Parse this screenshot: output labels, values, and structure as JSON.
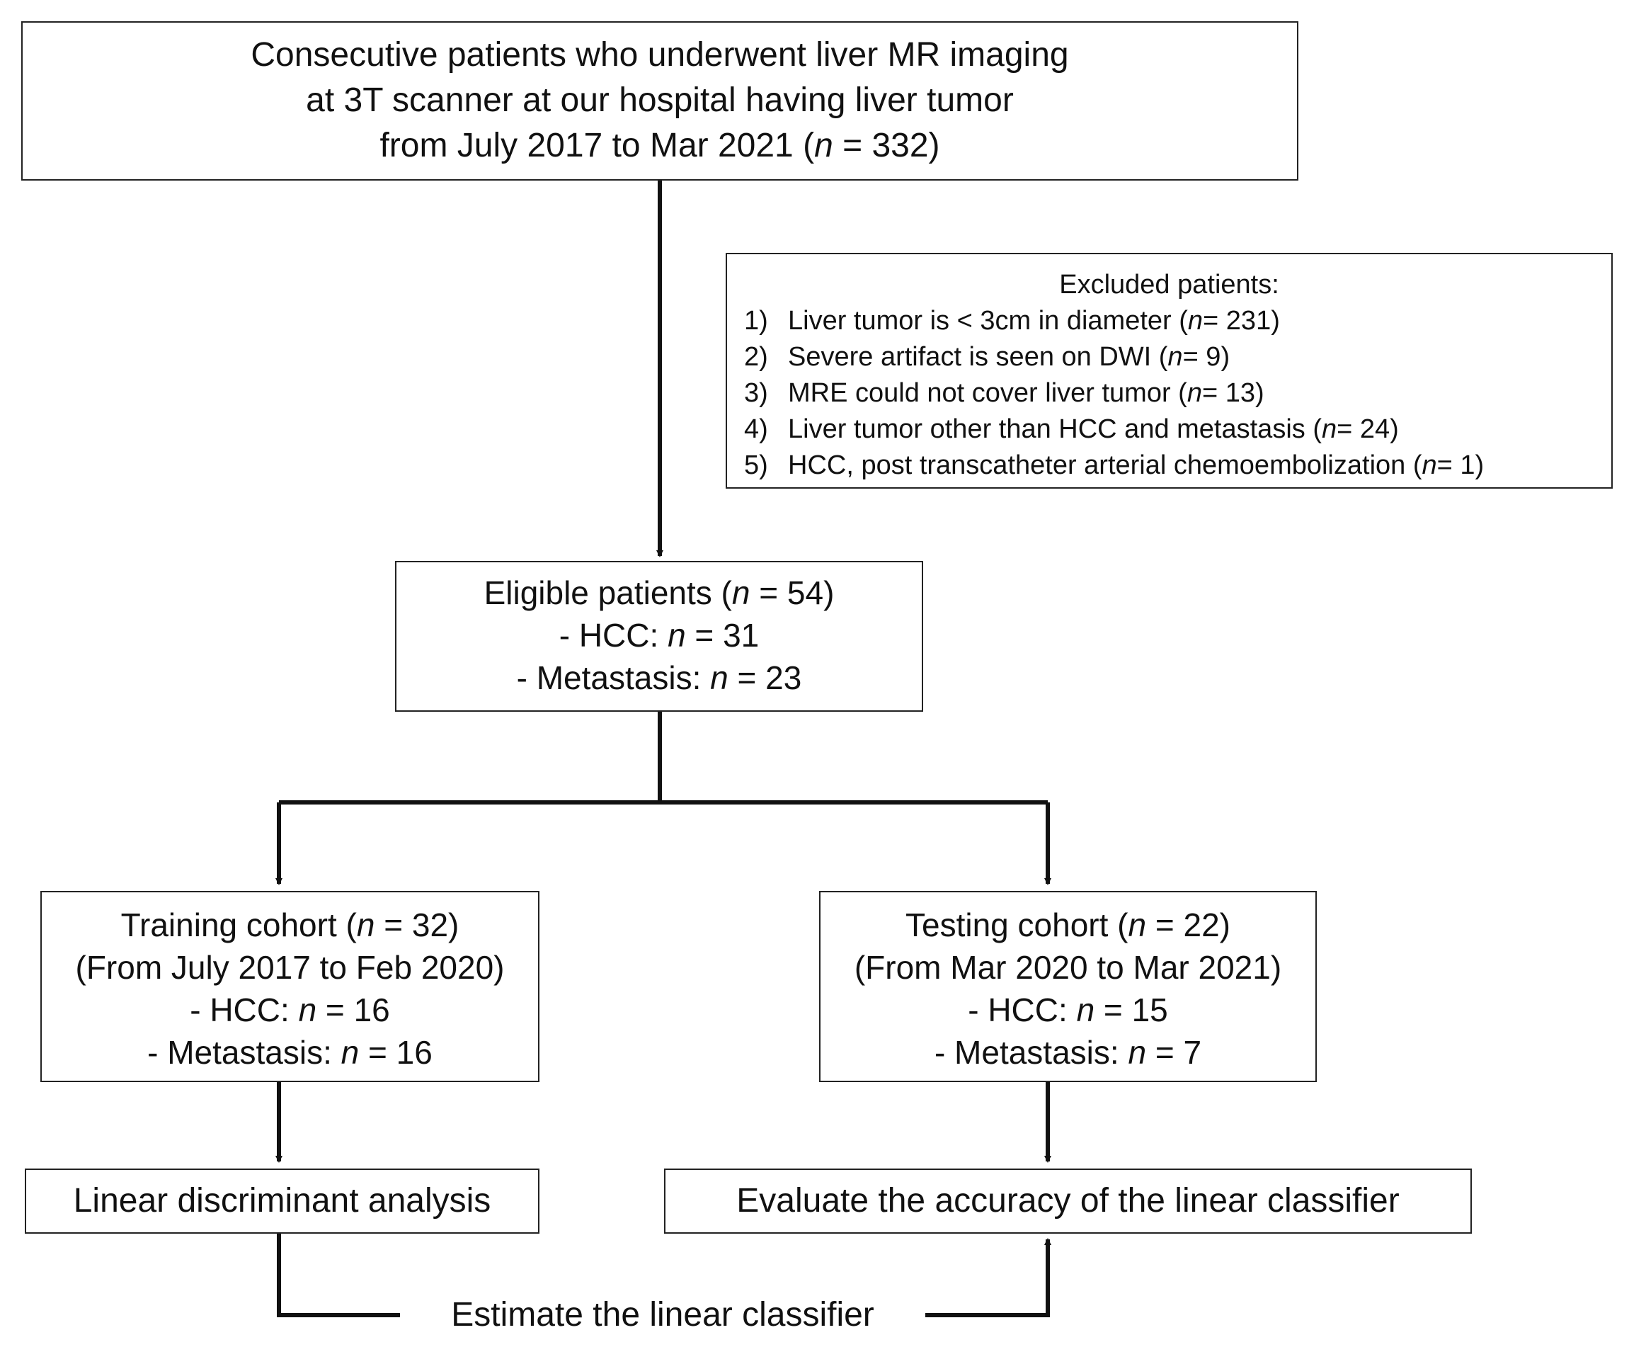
{
  "nodes": {
    "consecutive": {
      "line1": "Consecutive patients who underwent liver MR imaging",
      "line2": "at 3T scanner at our hospital having liver tumor",
      "line3_pre": "from July 2017 to Mar 2021 (",
      "n_symbol": "n",
      "line3_post": " = 332)"
    },
    "excluded": {
      "title": "Excluded patients:",
      "items": [
        {
          "num": "1)",
          "pre": "Liver tumor is < 3cm in diameter (",
          "n": "n",
          "post": " = 231)"
        },
        {
          "num": "2)",
          "pre": "Severe artifact is seen on DWI (",
          "n": "n",
          "post": " = 9)"
        },
        {
          "num": "3)",
          "pre": "MRE could not cover liver tumor (",
          "n": "n",
          "post": " = 13)"
        },
        {
          "num": "4)",
          "pre": "Liver tumor other than HCC and metastasis (",
          "n": "n",
          "post": " = 24)"
        },
        {
          "num": "5)",
          "pre": "HCC, post transcatheter arterial chemoembolization (",
          "n": "n",
          "post": " = 1)"
        }
      ]
    },
    "eligible": {
      "title_pre": "Eligible patients (",
      "n": "n",
      "title_post": " = 54)",
      "hcc_pre": "- HCC: ",
      "hcc_post": " = 31",
      "met_pre": "- Metastasis: ",
      "met_post": " = 23"
    },
    "training": {
      "title_pre": "Training cohort (",
      "n": "n",
      "title_post": " = 32)",
      "period": "(From July 2017 to Feb 2020)",
      "hcc_pre": "- HCC: ",
      "hcc_post": " = 16",
      "met_pre": "- Metastasis: ",
      "met_post": " = 16"
    },
    "testing": {
      "title_pre": "Testing cohort (",
      "n": "n",
      "title_post": " = 22)",
      "period": "(From Mar 2020 to Mar 2021)",
      "hcc_pre": "- HCC: ",
      "hcc_post": " = 15",
      "met_pre": "- Metastasis: ",
      "met_post": " = 7"
    },
    "lda": {
      "label": "Linear discriminant analysis"
    },
    "evaluate": {
      "label": "Evaluate the accuracy of the linear classifier"
    },
    "estimate": {
      "label": "Estimate the linear classifier"
    }
  },
  "colors": {
    "stroke": "#111111",
    "background": "#ffffff"
  }
}
